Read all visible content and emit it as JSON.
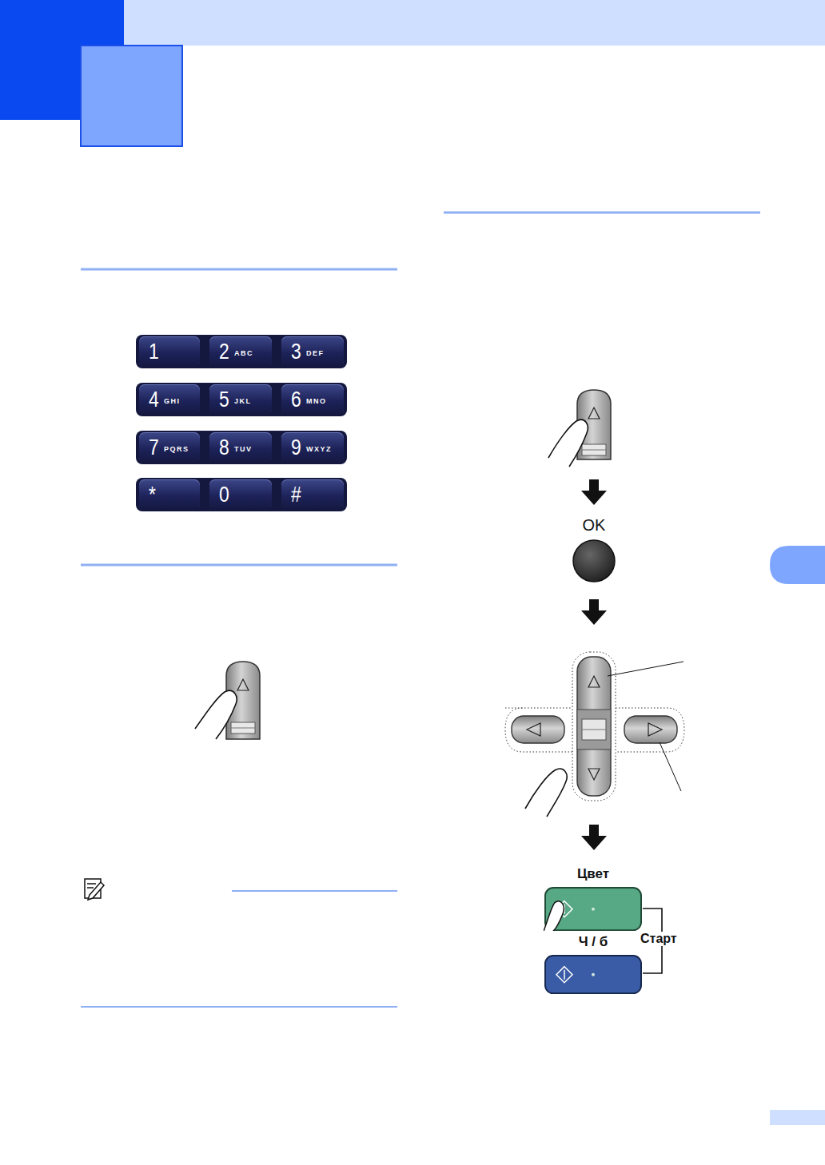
{
  "diagram": {
    "nodes": [
      {
        "text": [
          "1"
        ]
      },
      {
        "text": [
          "2",
          "ABC"
        ]
      },
      {
        "text": [
          "3",
          "DEF"
        ]
      },
      {
        "text": [
          "4",
          "GHI"
        ]
      },
      {
        "text": [
          "5",
          "JKL"
        ]
      },
      {
        "text": [
          "6",
          "MNO"
        ]
      },
      {
        "text": [
          "7",
          "PQRS"
        ]
      },
      {
        "text": [
          "8",
          "TUV"
        ]
      },
      {
        "text": [
          "9",
          "WXYZ"
        ]
      },
      {
        "text": [
          "*"
        ]
      },
      {
        "text": [
          "0"
        ]
      },
      {
        "text": [
          "#"
        ]
      },
      {
        "text": [
          "OK"
        ]
      },
      {
        "text": [
          "Цвет"
        ]
      },
      {
        "text": [
          "Ч / б"
        ]
      }
    ],
    "labels": [
      "Старт"
    ]
  }
}
